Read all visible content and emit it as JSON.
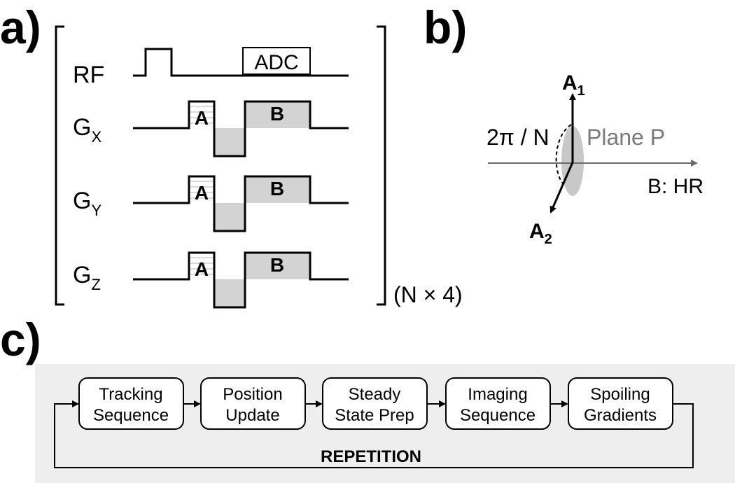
{
  "panel_a": {
    "label": "a)",
    "rows": [
      {
        "id": "rf",
        "main": "RF",
        "sub": ""
      },
      {
        "id": "gx",
        "main": "G",
        "sub": "X"
      },
      {
        "id": "gy",
        "main": "G",
        "sub": "Y"
      },
      {
        "id": "gz",
        "main": "G",
        "sub": "Z"
      }
    ],
    "adc_label": "ADC",
    "lobe_a": "A",
    "lobe_b": "B",
    "repetition": "(N × 4)"
  },
  "panel_b": {
    "label": "b)",
    "a1_main": "A",
    "a1_sub": "1",
    "a2_main": "A",
    "a2_sub": "2",
    "angle": "2π / N",
    "plane": "Plane P",
    "axis": "B: HR"
  },
  "panel_c": {
    "label": "c)",
    "boxes": [
      {
        "line1": "Tracking",
        "line2": "Sequence"
      },
      {
        "line1": "Position",
        "line2": "Update"
      },
      {
        "line1": "Steady",
        "line2": "State Prep"
      },
      {
        "line1": "Imaging",
        "line2": "Sequence"
      },
      {
        "line1": "Spoiling",
        "line2": "Gradients"
      }
    ],
    "loop_label": "REPETITION",
    "background": "#eeeeee"
  }
}
